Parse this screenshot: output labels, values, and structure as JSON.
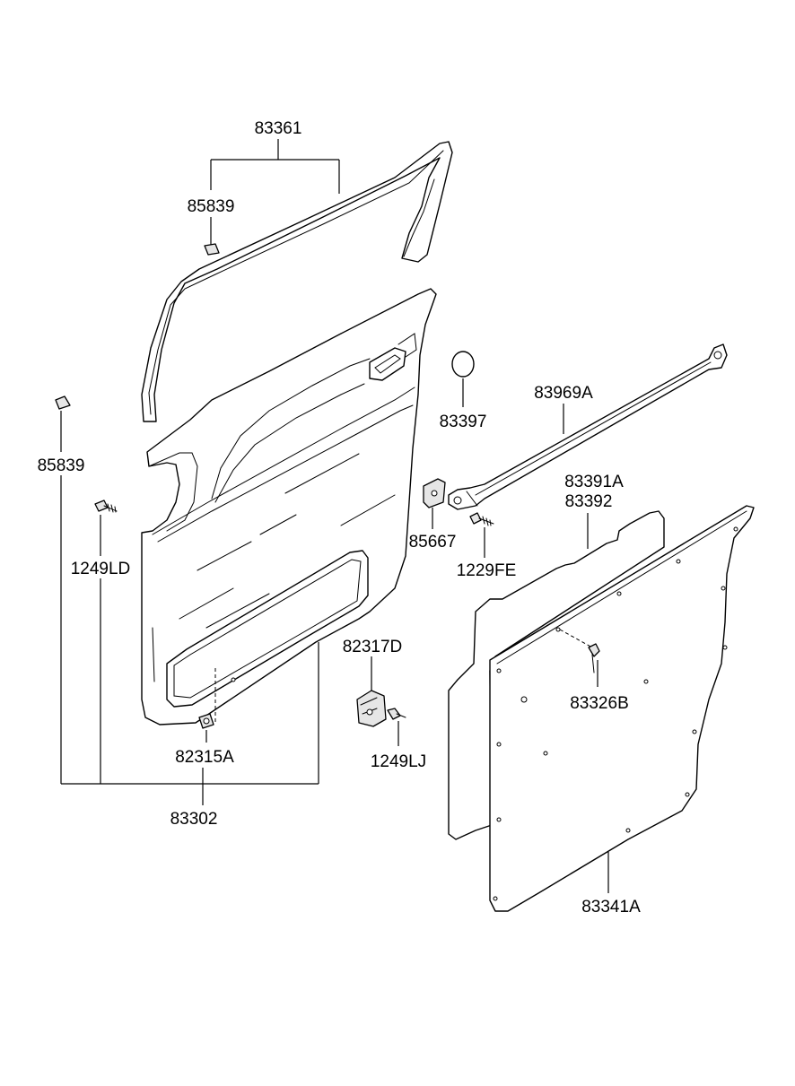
{
  "diagram": {
    "background": "#ffffff",
    "line_color": "#000000",
    "labels": {
      "p83361": "83361",
      "p85839_top": "85839",
      "p85839_left": "85839",
      "p83397": "83397",
      "p83969A": "83969A",
      "p1249LD": "1249LD",
      "p85667": "85667",
      "p83391A": "83391A",
      "p83392": "83392",
      "p1229FE": "1229FE",
      "p82317D": "82317D",
      "p83326B": "83326B",
      "p82315A": "82315A",
      "p1249LJ": "1249LJ",
      "p83302": "83302",
      "p83341A": "83341A"
    }
  }
}
